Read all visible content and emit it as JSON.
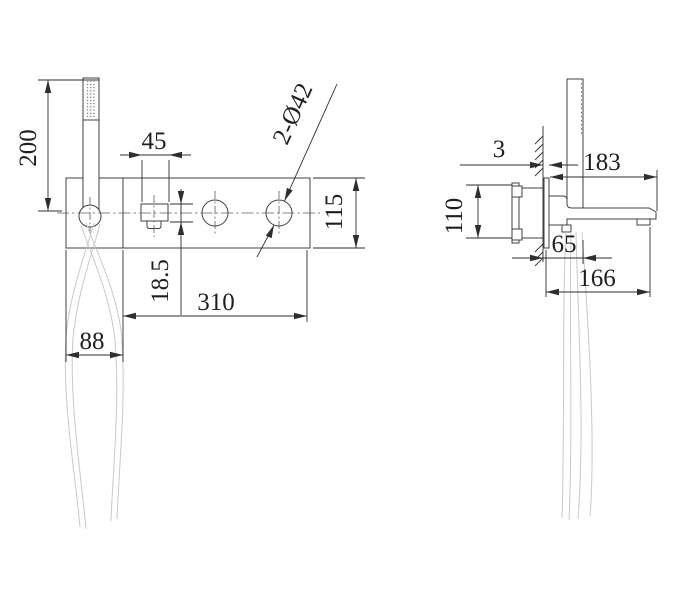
{
  "front_view": {
    "handheld_shower_height": "200",
    "spout_width": "45",
    "holes_label": "2-Ø42",
    "plate_height": "115",
    "spout_height": "18.5",
    "plate_width": "310",
    "hose_offset": "88"
  },
  "side_view": {
    "plate_thickness": "3",
    "reach_total": "183",
    "body_height": "110",
    "hose_offset": "65",
    "spout_reach": "166"
  }
}
